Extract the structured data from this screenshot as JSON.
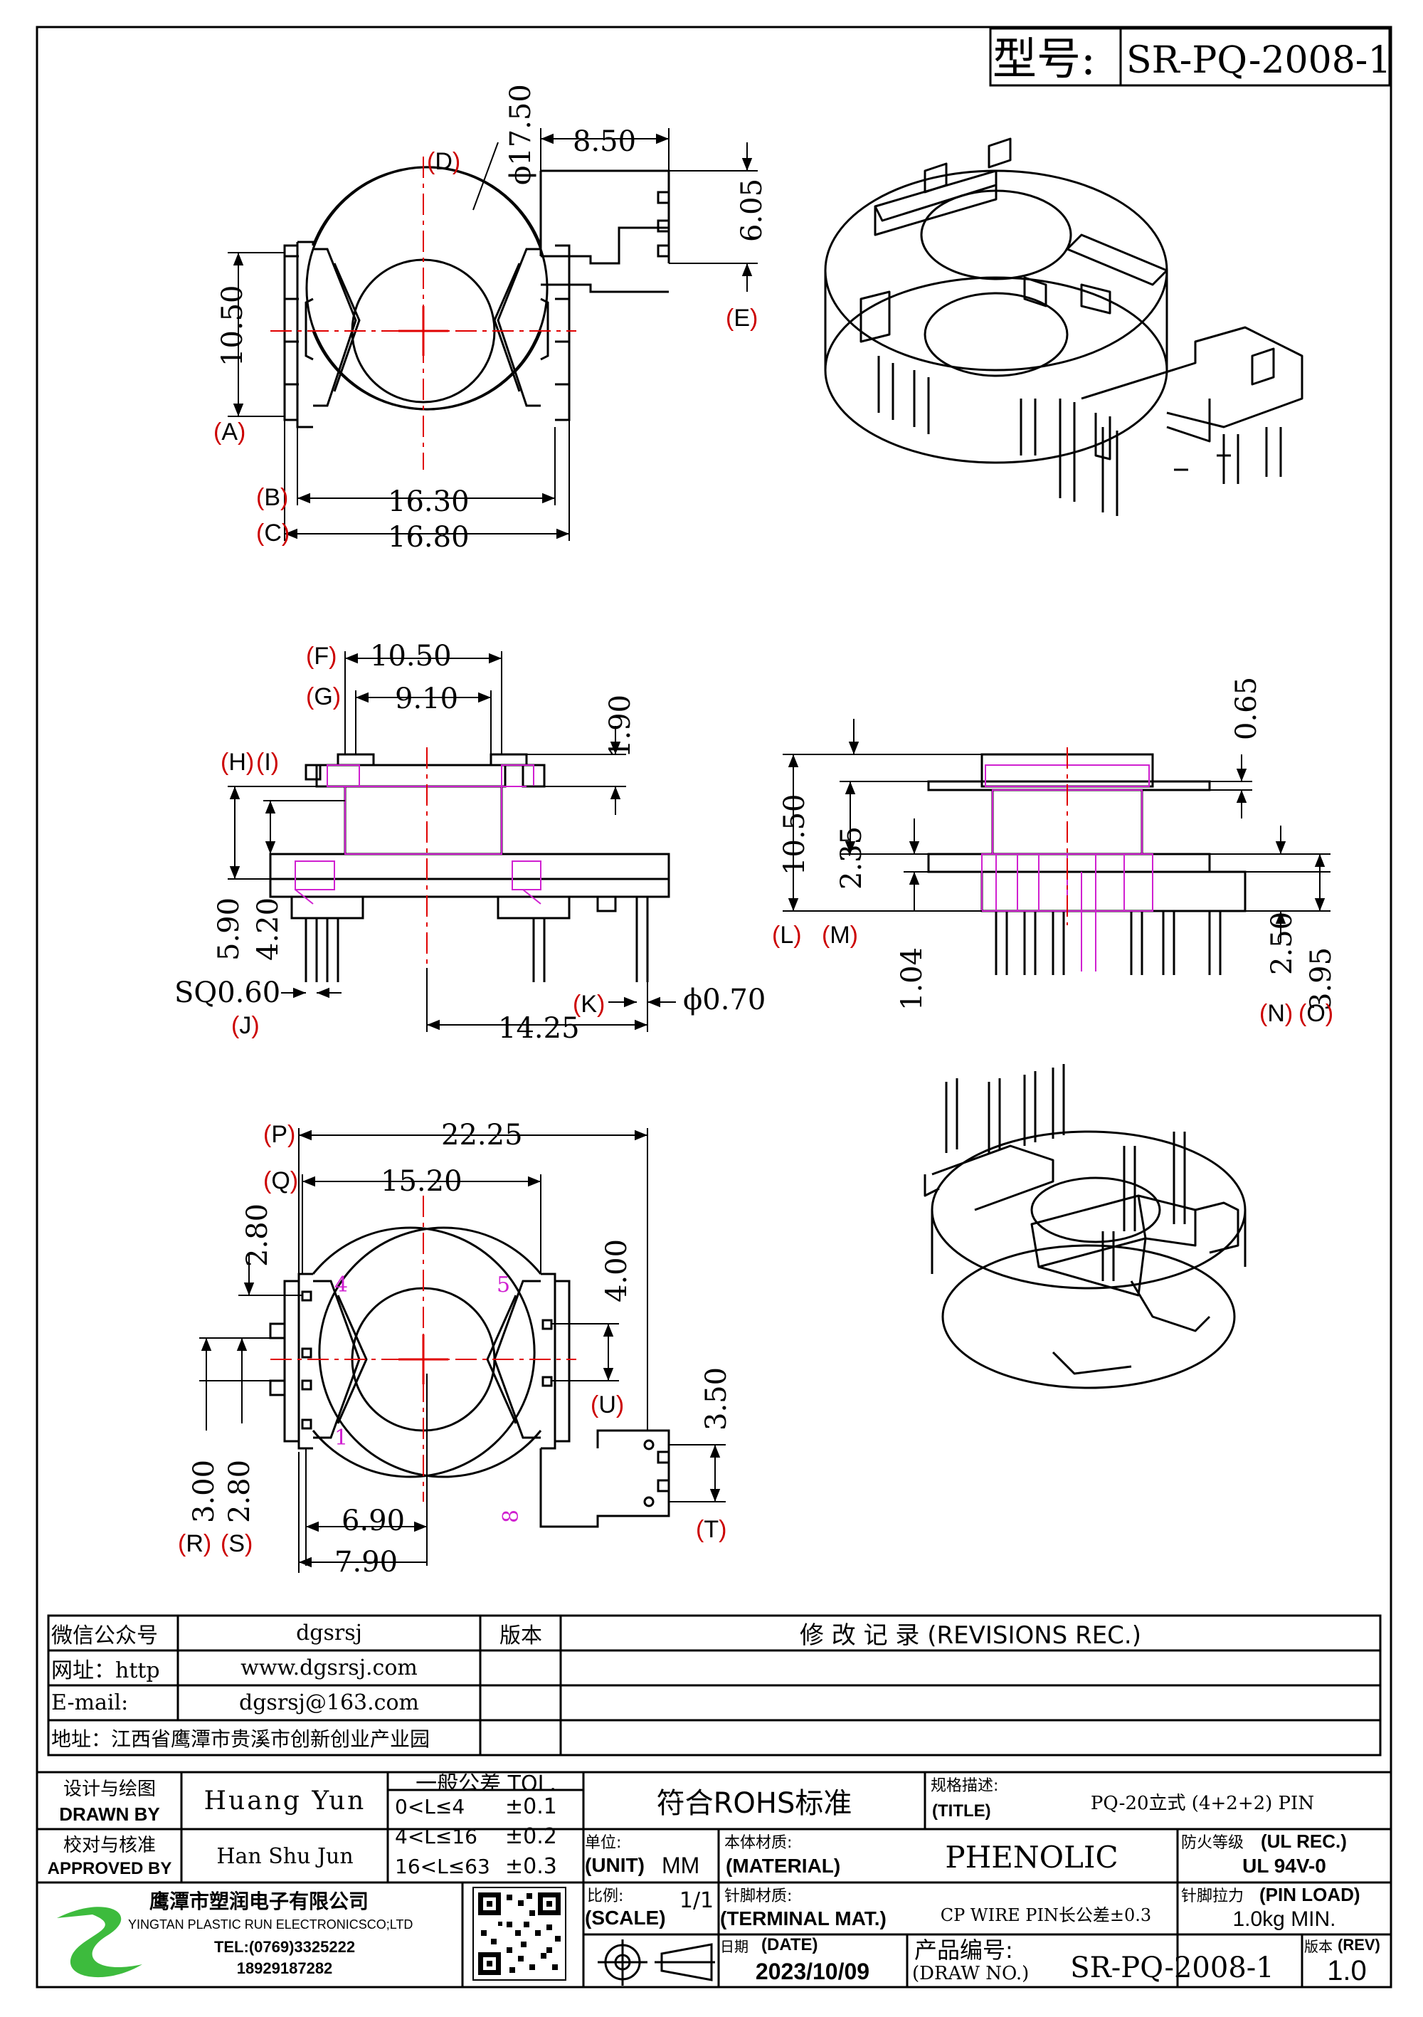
{
  "header": {
    "model_label": "型号:",
    "model_value": "SR-PQ-2008-1"
  },
  "dims": {
    "top": {
      "phi": "ϕ17.50",
      "d1": "8.50",
      "d2": "6.05",
      "d3": "10.50",
      "d4": "16.30",
      "d5": "16.80"
    },
    "side": {
      "d1": "10.50",
      "d2": "9.10",
      "d3": "1.90",
      "d4": "5.90",
      "d5": "4.20",
      "sq": "SQ0.60",
      "d6": "14.25",
      "phi": "ϕ0.70"
    },
    "side2": {
      "d1": "0.65",
      "d2": "10.50",
      "d3": "2.35",
      "d4": "1.04",
      "d5": "2.50",
      "d6": "3.95"
    },
    "bottom": {
      "d1": "22.25",
      "d2": "15.20",
      "d3": "2.80",
      "d4": "4.00",
      "d5": "3.50",
      "d6": "3.00",
      "d7": "2.80",
      "d8": "6.90",
      "d9": "7.90"
    }
  },
  "tags": [
    "D",
    "E",
    "A",
    "B",
    "C",
    "F",
    "G",
    "H",
    "I",
    "J",
    "K",
    "L",
    "M",
    "N",
    "O",
    "P",
    "Q",
    "R",
    "S",
    "T",
    "U"
  ],
  "pins": {
    "p4": "4",
    "p5": "5",
    "p1": "1",
    "p8": "8"
  },
  "info": {
    "wechat_label": "微信公众号",
    "wechat_value": "dgsrsj",
    "web_label": "网址：http",
    "web_value": "www.dgsrsj.com",
    "email_label": "E-mail:",
    "email_value": "dgsrsj@163.com",
    "addr_label": "地址：",
    "addr_value": "江西省鹰潭市贵溪市创新创业产业园",
    "version_label": "版本",
    "revisions_title": "修 改 记 录  (REVISIONS REC.)"
  },
  "title_block": {
    "drawn_cn": "设计与绘图",
    "drawn_en": "DRAWN BY",
    "drawn_name": "Huang Yun",
    "approved_cn": "校对与核准",
    "approved_en": "APPROVED BY",
    "approved_name": "Han Shu Jun",
    "tol_title": "一般公差 TOL.",
    "tol_rows": [
      [
        "0<L≤4",
        "±0.1"
      ],
      [
        "4<L≤16",
        "±0.2"
      ],
      [
        "16<L≤63",
        "±0.3"
      ]
    ],
    "rohs": "符合ROHS标准",
    "spec_cn": "规格描述:",
    "spec_en": "(TITLE)",
    "spec_value": "PQ-20立式 (4+2+2) PIN",
    "unit_cn": "单位:",
    "unit_en": "(UNIT)",
    "unit_value": "MM",
    "material_cn": "本体材质:",
    "material_en": "(MATERIAL)",
    "material_value": "PHENOLIC",
    "fire_cn": "防火等级",
    "fire_en": "(UL REC.)",
    "fire_value": "UL 94V-0",
    "scale_cn": "比例:",
    "scale_en": "(SCALE)",
    "scale_value": "1/1",
    "terminal_cn": "针脚材质:",
    "terminal_en": "(TERMINAL MAT.)",
    "terminal_value": "CP WIRE  PIN长公差±0.3",
    "pinload_cn": "针脚拉力",
    "pinload_en": "(PIN LOAD)",
    "pinload_value": "1.0kg MIN.",
    "date_cn": "日期:",
    "date_en": "(DATE)",
    "date_value": "2023/10/09",
    "drawno_cn": "产品编号:",
    "drawno_en": "(DRAW NO.)",
    "drawno_value": "SR-PQ-2008-1",
    "rev_cn": "版本",
    "rev_en": "(REV)",
    "rev_value": "1.0",
    "company_cn": "鹰潭市塑润电子有限公司",
    "company_en": "YINGTAN PLASTIC RUN ELECTRONICSCO;LTD",
    "tel": "TEL:(0769)3325222",
    "mobile": "18929187282"
  },
  "colors": {
    "line": "#000000",
    "center": "#e00000",
    "tag": "#cc0000",
    "pink": "#d020d0"
  }
}
